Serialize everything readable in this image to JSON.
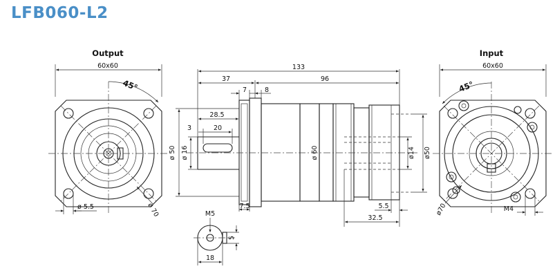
{
  "title": "LFB060-L2",
  "output_view": {
    "heading": "Output",
    "width_label": "60x60",
    "angle_label": "45°",
    "hole_label": "ø 5.5",
    "pcd_label": "ø 70"
  },
  "side_view": {
    "overall_length": "133",
    "front_length": "37",
    "body_length": "96",
    "flange_a": "7",
    "flange_b": "8",
    "shaft_length": "28.5",
    "shaft_offset": "3",
    "key_length": "20",
    "pilot_dia": "ø 50",
    "shaft_dia": "ø 16",
    "body_dia": "ø 60",
    "input_bore": "ø14",
    "input_pilot": "ø50",
    "flange_thk": "7.5",
    "input_depth": "5.5",
    "input_length": "32.5"
  },
  "shaft_section": {
    "thread_label": "M5",
    "key_width": "5",
    "section_width": "18"
  },
  "input_view": {
    "heading": "Input",
    "width_label": "60x60",
    "angle_label": "45°",
    "pcd_label": "ø70",
    "thread_label": "M4"
  }
}
